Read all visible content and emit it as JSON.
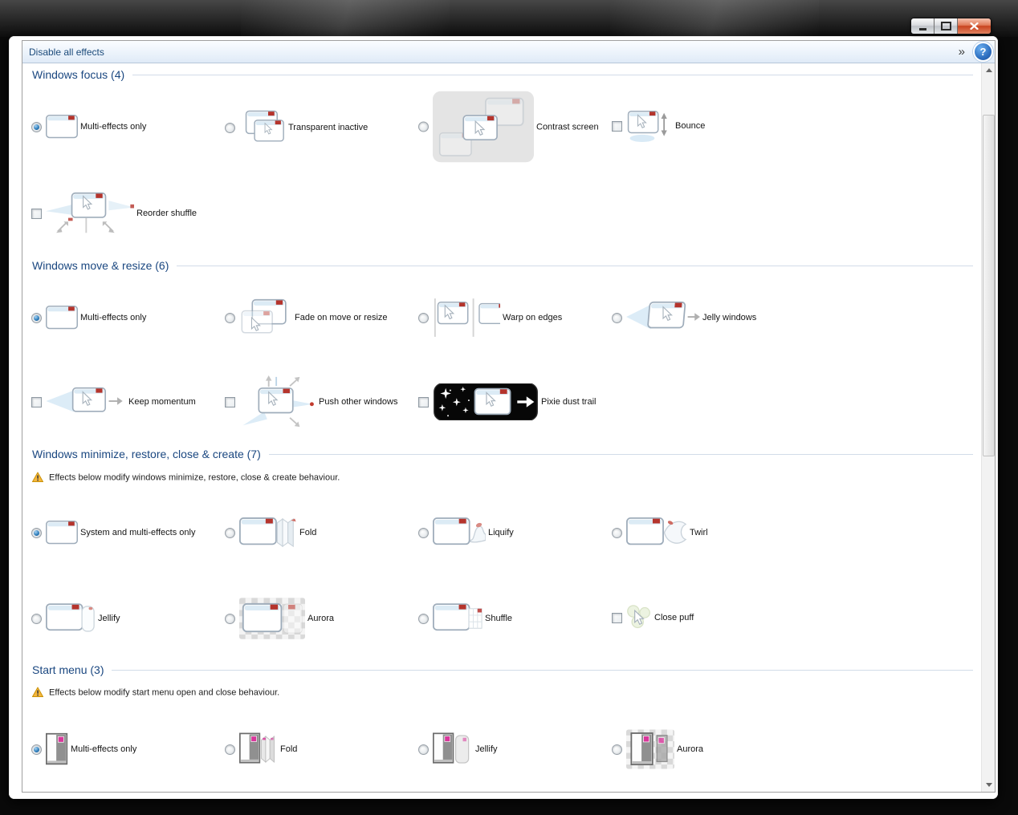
{
  "colors": {
    "header_blue": "#1a4780",
    "link_blue": "#1b4a7a",
    "help_blue": "#2e6fc0",
    "close_button_red": "#c8431f",
    "window_close_square_red": "#b5342c",
    "warning_amber": "#f6b73c",
    "startmenu_magenta": "#d9369b"
  },
  "window": {
    "caption_buttons": [
      "minimize",
      "maximize",
      "close"
    ]
  },
  "toolbar": {
    "disable_all_label": "Disable all effects",
    "overflow_glyph": "»",
    "help_glyph": "?"
  },
  "icons": {
    "help-icon": "?",
    "overflow-chevron-icon": "»",
    "warning-icon": "yellow triangle with exclamation",
    "scroll-up-icon": "up triangle",
    "scroll-down-icon": "down triangle",
    "minimize-icon": "bar",
    "maximize-icon": "square outline",
    "close-icon": "white x on red"
  },
  "sections": [
    {
      "title": "Windows focus (4)",
      "warning": null,
      "items": [
        {
          "label": "Multi-effects only",
          "control": "radio",
          "checked": true,
          "icon": "window-icon"
        },
        {
          "label": "Transparent inactive",
          "control": "radio",
          "checked": false,
          "icon": "overlapping-windows-cursor-icon"
        },
        {
          "label": "Contrast screen",
          "control": "radio",
          "checked": false,
          "icon": "contrast-screen-icon"
        },
        {
          "label": "Bounce",
          "control": "checkbox",
          "checked": false,
          "icon": "window-bounce-arrow-icon"
        },
        {
          "label": "Reorder shuffle",
          "control": "checkbox",
          "checked": false,
          "icon": "window-reorder-arrows-icon"
        }
      ]
    },
    {
      "title": "Windows move & resize (6)",
      "warning": null,
      "items": [
        {
          "label": "Multi-effects only",
          "control": "radio",
          "checked": true,
          "icon": "window-icon"
        },
        {
          "label": "Fade on move or resize",
          "control": "radio",
          "checked": false,
          "icon": "window-fade-icon"
        },
        {
          "label": "Warp on edges",
          "control": "radio",
          "checked": false,
          "icon": "window-edge-warp-icon"
        },
        {
          "label": "Jelly windows",
          "control": "radio",
          "checked": false,
          "icon": "jelly-window-arrow-icon"
        },
        {
          "label": "Keep momentum",
          "control": "checkbox",
          "checked": false,
          "icon": "window-momentum-arrow-icon"
        },
        {
          "label": "Push other windows",
          "control": "checkbox",
          "checked": false,
          "icon": "window-push-arrows-icon"
        },
        {
          "label": "Pixie dust trail",
          "control": "checkbox",
          "checked": false,
          "icon": "pixie-dust-window-icon"
        }
      ]
    },
    {
      "title": "Windows minimize, restore, close & create (7)",
      "warning": "Effects below modify windows minimize, restore, close & create behaviour.",
      "items": [
        {
          "label": "System and multi-effects only",
          "control": "radio",
          "checked": true,
          "icon": "window-icon"
        },
        {
          "label": "Fold",
          "control": "radio",
          "checked": false,
          "icon": "window-fold-icon"
        },
        {
          "label": "Liquify",
          "control": "radio",
          "checked": false,
          "icon": "window-liquify-icon"
        },
        {
          "label": "Twirl",
          "control": "radio",
          "checked": false,
          "icon": "window-twirl-icon"
        },
        {
          "label": "Jellify",
          "control": "radio",
          "checked": false,
          "icon": "window-jellify-icon"
        },
        {
          "label": "Aurora",
          "control": "radio",
          "checked": false,
          "icon": "window-aurora-icon"
        },
        {
          "label": "Shuffle",
          "control": "radio",
          "checked": false,
          "icon": "window-shuffle-grid-icon"
        },
        {
          "label": "Close puff",
          "control": "checkbox",
          "checked": false,
          "icon": "close-puff-icon"
        }
      ]
    },
    {
      "title": "Start menu (3)",
      "warning": "Effects below modify start menu open and close behaviour.",
      "items": [
        {
          "label": "Multi-effects only",
          "control": "radio",
          "checked": true,
          "icon": "startmenu-icon"
        },
        {
          "label": "Fold",
          "control": "radio",
          "checked": false,
          "icon": "startmenu-fold-icon"
        },
        {
          "label": "Jellify",
          "control": "radio",
          "checked": false,
          "icon": "startmenu-jellify-icon"
        },
        {
          "label": "Aurora",
          "control": "radio",
          "checked": false,
          "icon": "startmenu-aurora-icon"
        }
      ]
    }
  ]
}
